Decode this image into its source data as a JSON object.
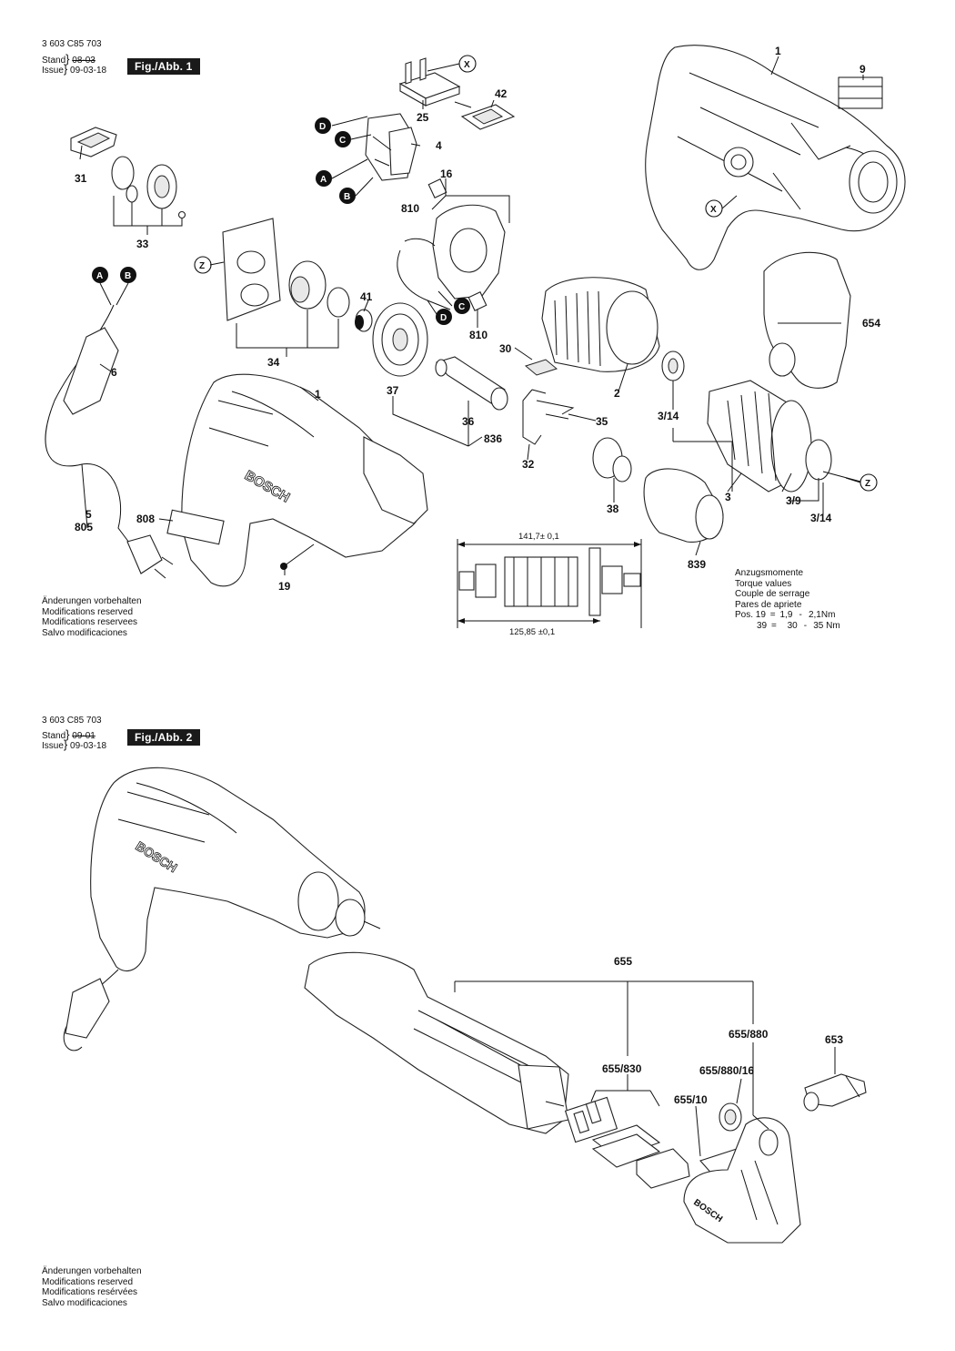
{
  "fig1": {
    "doc_number": "3 603 C85 703",
    "stand_label": "Stand",
    "stand_value": "08-03",
    "issue_label": "Issue",
    "issue_value": "09-03-18",
    "title": "Fig./Abb. 1",
    "disclaimer": [
      "Änderungen vorbehalten",
      "Modifications reserved",
      "Modifications reservees",
      "Salvo modificaciones"
    ],
    "torque": {
      "lines": [
        "Anzugsmomente",
        "Torque values",
        "Couple de serrage",
        "Pares de apriete"
      ],
      "pos_label": "Pos.",
      "rows": [
        {
          "pos": "19",
          "eq": "=",
          "min": "1,9",
          "dash": "-",
          "max": "2,1Nm"
        },
        {
          "pos": "39",
          "eq": "=",
          "min": "30",
          "dash": "-",
          "max": "35 Nm"
        }
      ]
    },
    "dimensions": {
      "top": "141,7± 0,1",
      "bottom": "125,85 ±0,1"
    },
    "callouts": {
      "p1a": "1",
      "p9": "9",
      "p42": "42",
      "p25": "25",
      "p4": "4",
      "p16": "16",
      "p810a": "810",
      "p31": "31",
      "p33": "33",
      "p34": "34",
      "p41": "41",
      "p810b": "810",
      "p654": "654",
      "p6": "6",
      "p30": "30",
      "p1b": "1",
      "p37": "37",
      "p2": "2",
      "p3_14a": "3/14",
      "p36": "36",
      "p35": "35",
      "p836": "836",
      "p32": "32",
      "p38": "38",
      "p3": "3",
      "p3_9": "3/9",
      "p3_14b": "3/14",
      "p5": "5",
      "p805": "805",
      "p808": "808",
      "p839": "839",
      "p19": "19"
    },
    "connectors": {
      "A": "A",
      "B": "B",
      "C": "C",
      "D": "D",
      "X": "X",
      "Z": "Z"
    },
    "brand_mark": "BOSCH"
  },
  "fig2": {
    "doc_number": "3 603 C85 703",
    "stand_label": "Stand",
    "stand_value": "09-01",
    "issue_label": "Issue",
    "issue_value": "09-03-18",
    "title": "Fig./Abb. 2",
    "disclaimer": [
      "Änderungen vorbehalten",
      "Modifications reserved",
      "Modifications resérvées",
      "Salvo modificaciones"
    ],
    "callouts": {
      "p655": "655",
      "p655_880": "655/880",
      "p653": "653",
      "p655_830": "655/830",
      "p655_880_16": "655/880/16",
      "p655_10": "655/10"
    },
    "brand_mark": "BOSCH"
  }
}
